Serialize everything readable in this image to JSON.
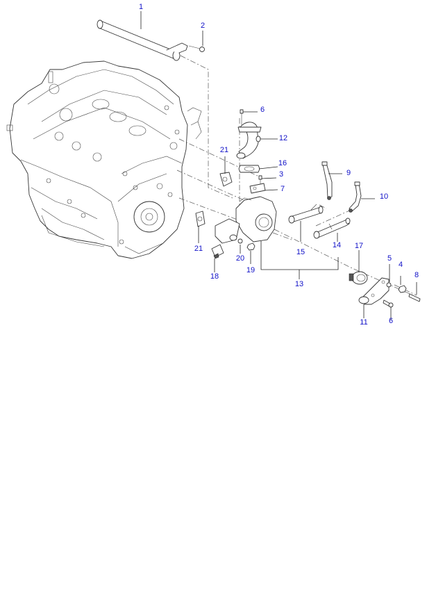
{
  "diagram": {
    "type": "exploded-parts-diagram",
    "label_color": "#1010c8",
    "line_color": "#222222",
    "callouts": [
      {
        "id": "c1",
        "label": "1"
      },
      {
        "id": "c2",
        "label": "2"
      },
      {
        "id": "c6a",
        "label": "6"
      },
      {
        "id": "c12",
        "label": "12"
      },
      {
        "id": "c21a",
        "label": "21"
      },
      {
        "id": "c16",
        "label": "16"
      },
      {
        "id": "c3",
        "label": "3"
      },
      {
        "id": "c7",
        "label": "7"
      },
      {
        "id": "c9",
        "label": "9"
      },
      {
        "id": "c10",
        "label": "10"
      },
      {
        "id": "c15",
        "label": "15"
      },
      {
        "id": "c14",
        "label": "14"
      },
      {
        "id": "c17",
        "label": "17"
      },
      {
        "id": "c21b",
        "label": "21"
      },
      {
        "id": "c20",
        "label": "20"
      },
      {
        "id": "c19",
        "label": "19"
      },
      {
        "id": "c18",
        "label": "18"
      },
      {
        "id": "c13",
        "label": "13"
      },
      {
        "id": "c5",
        "label": "5"
      },
      {
        "id": "c4",
        "label": "4"
      },
      {
        "id": "c8",
        "label": "8"
      },
      {
        "id": "c11",
        "label": "11"
      },
      {
        "id": "c6b",
        "label": "6"
      }
    ]
  }
}
